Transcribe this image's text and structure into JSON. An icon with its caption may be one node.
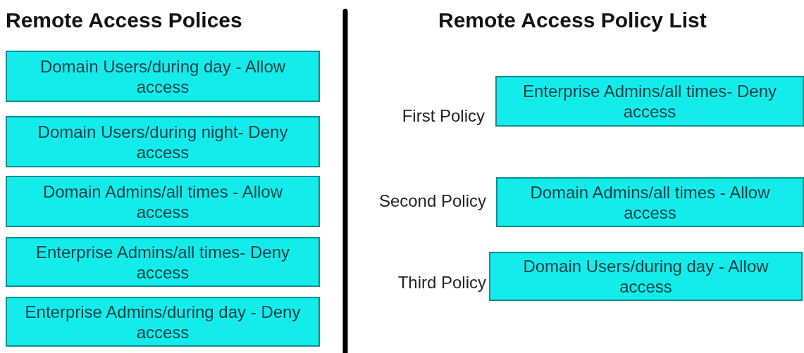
{
  "diagram": {
    "nodes": [
      {
        "text": [
          "Domain Users/during day - Allow access"
        ]
      },
      {
        "text": [
          "Domain Users/during night- Deny access"
        ]
      },
      {
        "text": [
          "Domain Admins/all times - Allow access"
        ]
      },
      {
        "text": [
          "Enterprise Admins/all times- Deny access"
        ]
      },
      {
        "text": [
          "Enterprise Admins/during day - Deny access"
        ]
      },
      {
        "text": [
          "Enterprise Admins/all times- Deny access"
        ],
        "beside": [
          "First Policy"
        ]
      },
      {
        "text": [
          "Domain Admins/all times - Allow access"
        ],
        "beside": [
          "Second Policy"
        ]
      },
      {
        "text": [
          "Domain Users/during day - Allow access"
        ],
        "beside": [
          "Third Policy"
        ]
      }
    ],
    "labels": [
      "Remote Access Polices",
      "Remote Access Policy List"
    ]
  }
}
